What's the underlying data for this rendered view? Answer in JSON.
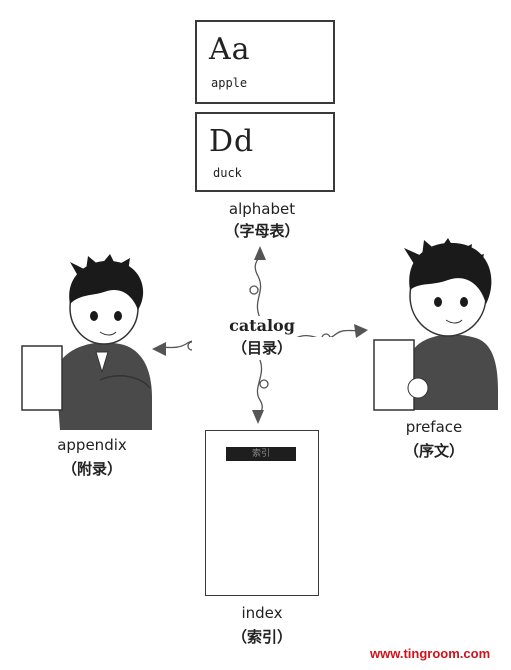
{
  "center": {
    "label_en": "catalog",
    "label_cn": "（目录）"
  },
  "alphabet": {
    "label_en": "alphabet",
    "label_cn": "（字母表）",
    "card1": {
      "letters": "Aa",
      "word": "apple"
    },
    "card2": {
      "letters": "Dd",
      "word": "duck"
    }
  },
  "preface": {
    "label_en": "preface",
    "label_cn": "（序文）"
  },
  "appendix": {
    "label_en": "appendix",
    "label_cn": "（附录）"
  },
  "index": {
    "label_en": "index",
    "label_cn": "（索引）",
    "banner_text": "索引"
  },
  "watermark": "www.tingroom.com",
  "colors": {
    "line": "#555555",
    "watermark": "#d0121b",
    "shirt": "#4a4a4a",
    "hair": "#1a1a1a"
  }
}
